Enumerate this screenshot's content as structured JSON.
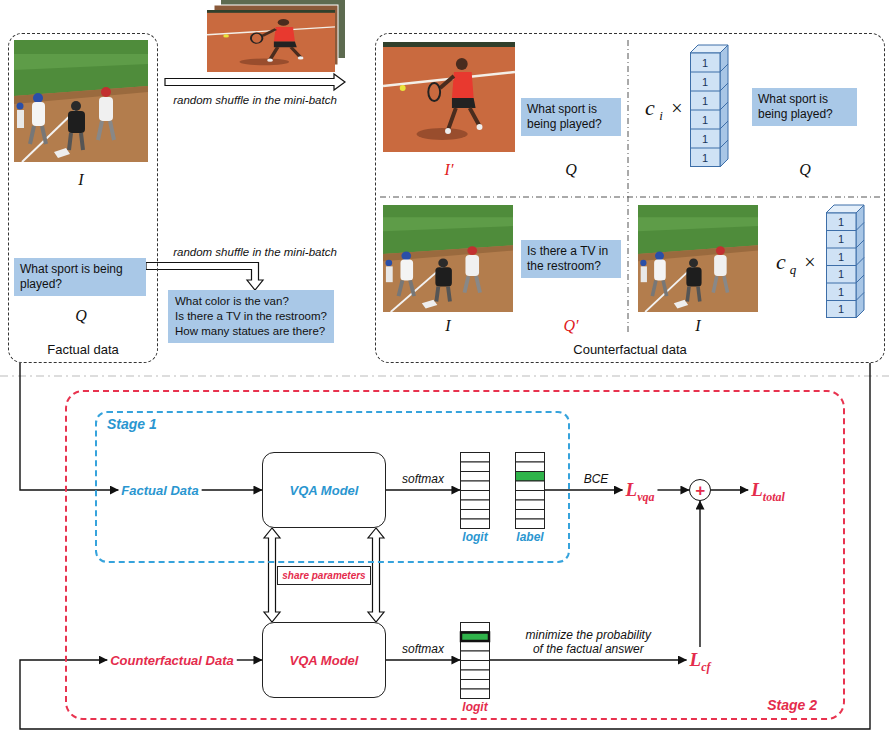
{
  "diagram": {
    "nodes": [
      {
        "text": [
          "Factual data"
        ]
      },
      {
        "text": [
          "What sport is being played?"
        ],
        "in": 0
      },
      {
        "text": [
          "What color is the van?",
          "Is there a TV in the restroom?",
          "How many statues are there?"
        ]
      },
      {
        "text": [
          "Counterfactual data"
        ]
      },
      {
        "text": [
          "What sport is being played?"
        ],
        "in": 3
      },
      {
        "text": [
          "1",
          "1",
          "1",
          "1",
          "1",
          "1"
        ],
        "in": 3
      },
      {
        "text": [
          "What sport is being played?"
        ],
        "in": 3
      },
      {
        "text": [
          "Is there a TV in the restroom?"
        ],
        "in": 3
      },
      {
        "text": [
          "1",
          "1",
          "1",
          "1",
          "1",
          "1"
        ],
        "in": 3
      },
      {
        "text": [
          "Stage 2"
        ]
      },
      {
        "text": [
          "Stage 1"
        ],
        "in": 9
      },
      {
        "text": [
          "Factual Data"
        ],
        "in": 10
      },
      {
        "text": [
          "VQA Model"
        ],
        "in": 10
      },
      {
        "text": [
          "logit"
        ],
        "in": 10
      },
      {
        "text": [
          "label"
        ],
        "in": 10
      },
      {
        "text": [
          "L",
          "vqa"
        ],
        "in": 9
      },
      {
        "text": [
          "+"
        ],
        "in": 9
      },
      {
        "text": [
          "L",
          "total"
        ],
        "in": 9
      },
      {
        "text": [
          "Counterfactual Data"
        ],
        "in": 9
      },
      {
        "text": [
          "VQA Model"
        ],
        "in": 9
      },
      {
        "text": [
          "share parameters"
        ],
        "in": 9
      },
      {
        "text": [
          "logit"
        ],
        "in": 9
      },
      {
        "text": [
          "L",
          "cf"
        ],
        "in": 9
      }
    ],
    "edges": [
      {
        "from": 1,
        "to": 2,
        "arrow": "to",
        "label": "random shuffle in the mini-batch"
      },
      {
        "from": 0,
        "to": 11,
        "arrow": "to"
      },
      {
        "from": 3,
        "to": 18,
        "arrow": "to"
      },
      {
        "from": 11,
        "to": 12,
        "arrow": "to"
      },
      {
        "from": 12,
        "to": 13,
        "arrow": "to",
        "label": "softmax"
      },
      {
        "from": 14,
        "to": 15,
        "arrow": "to",
        "label": "BCE"
      },
      {
        "from": 15,
        "to": 16,
        "arrow": "to"
      },
      {
        "from": 16,
        "to": 17,
        "arrow": "to"
      },
      {
        "from": 18,
        "to": 19,
        "arrow": "to"
      },
      {
        "from": 19,
        "to": 21,
        "arrow": "to",
        "label": "softmax"
      },
      {
        "from": 21,
        "to": 22,
        "arrow": "to",
        "label": "minimize the probability of the factual answer"
      },
      {
        "from": 22,
        "to": 16,
        "arrow": "to"
      },
      {
        "from": 12,
        "to": 19,
        "arrow": "both"
      },
      {
        "from": 12,
        "to": 19,
        "arrow": "both"
      }
    ],
    "labels": [
      "I",
      "Q",
      "random shuffle in the mini-batch",
      "I′",
      "Q",
      "c",
      "i",
      "×",
      "Q",
      "I",
      "Q′",
      "I",
      "c",
      "q",
      "×"
    ]
  }
}
